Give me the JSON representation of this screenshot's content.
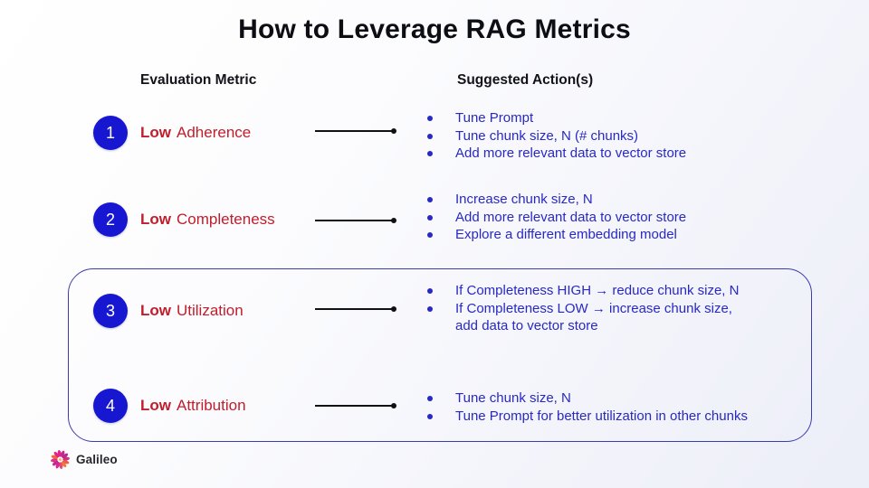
{
  "title": "How to Leverage RAG Metrics",
  "columns": {
    "metric": "Evaluation Metric",
    "actions": "Suggested Action(s)"
  },
  "rows": [
    {
      "number": "1",
      "metric_emphasis": "Low",
      "metric_name": "Adherence",
      "actions": [
        "Tune Prompt",
        "Tune chunk size, N (# chunks)",
        "Add more relevant data to vector store"
      ]
    },
    {
      "number": "2",
      "metric_emphasis": "Low",
      "metric_name": "Completeness",
      "actions": [
        "Increase chunk size, N",
        "Add more relevant data to vector store",
        "Explore a different embedding model"
      ]
    },
    {
      "number": "3",
      "metric_emphasis": "Low",
      "metric_name": "Utilization",
      "actions": [
        "If Completeness HIGH → reduce chunk size, N",
        "If Completeness LOW → increase chunk size, add data to vector store"
      ]
    },
    {
      "number": "4",
      "metric_emphasis": "Low",
      "metric_name": "Attribution",
      "actions": [
        "Tune chunk size, N",
        "Tune Prompt for better utilization in other chunks"
      ]
    }
  ],
  "logo": {
    "text": "Galileo"
  },
  "colors": {
    "circle_blue": "#1717d2",
    "action_text_blue": "#2828c4",
    "metric_red": "#c11d2b",
    "box_border": "#3c3caf",
    "background_tint": "#eceef8"
  }
}
